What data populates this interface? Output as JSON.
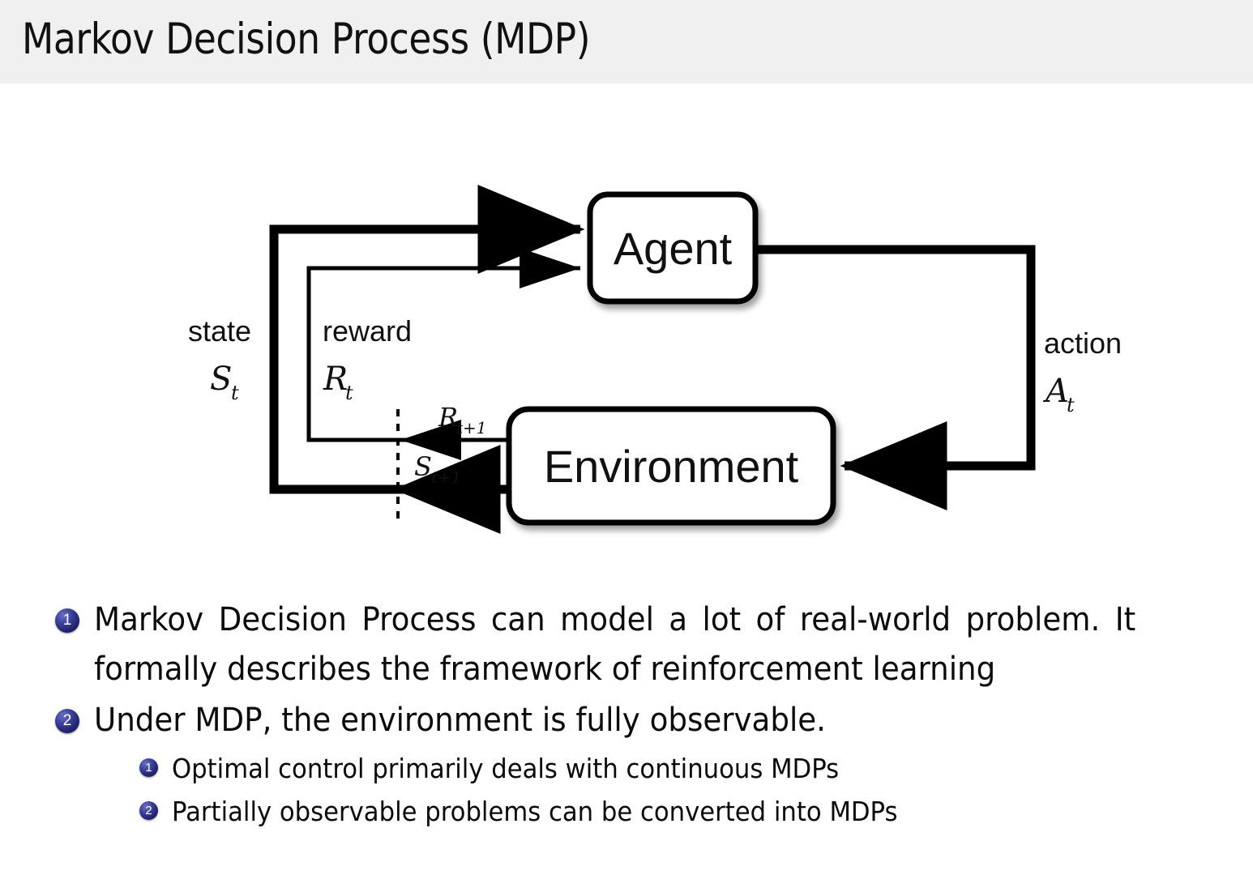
{
  "slide": {
    "title": "Markov Decision Process (MDP)",
    "header_bg": "#f0f0f0",
    "background": "#ffffff",
    "text_color": "#000000",
    "marker_color": "#23246e"
  },
  "diagram": {
    "name": "agent-environment-interaction-loop",
    "boxes": [
      {
        "id": "agent",
        "label": "Agent"
      },
      {
        "id": "environment",
        "label": "Environment"
      }
    ],
    "edge_labels": {
      "state_word": "state",
      "state_symbol": "S",
      "state_subscript": "t",
      "reward_word": "reward",
      "reward_symbol": "R",
      "reward_subscript": "t",
      "action_word": "action",
      "action_symbol": "A",
      "action_subscript": "t",
      "next_reward_symbol": "R",
      "next_reward_subscript": "t+1",
      "next_state_symbol": "S",
      "next_state_subscript": "t+1"
    },
    "stroke_color": "#000000",
    "box_fill": "#ffffff",
    "timestep_divider": "dashed"
  },
  "bullets": [
    {
      "marker": "1",
      "level": 1,
      "text": "Markov Decision Process can model a lot of real-world problem. It formally describes the framework of reinforcement learning"
    },
    {
      "marker": "2",
      "level": 1,
      "text": "Under MDP, the environment is fully observable."
    },
    {
      "marker": "1",
      "level": 2,
      "text": "Optimal control primarily deals with continuous MDPs"
    },
    {
      "marker": "2",
      "level": 2,
      "text": "Partially observable problems can be converted into MDPs"
    }
  ]
}
